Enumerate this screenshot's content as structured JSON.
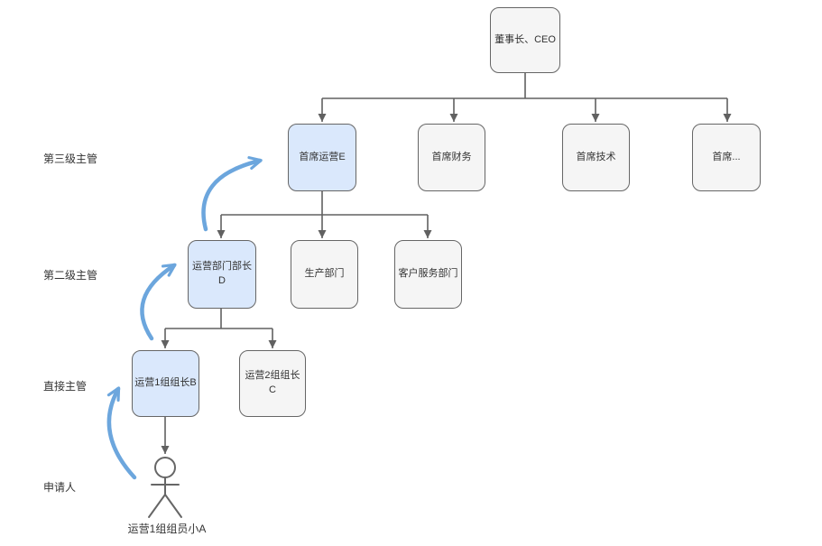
{
  "colors": {
    "background": "#ffffff",
    "node_fill": "#f5f5f5",
    "highlight_fill": "#dae8fc",
    "node_border": "#666666",
    "connector": "#616161",
    "flow_arrow": "#6ca6dd",
    "text": "#333333"
  },
  "row_labels": [
    {
      "id": "third-level-supervisor",
      "text": "第三级主管"
    },
    {
      "id": "second-level-supervisor",
      "text": "第二级主管"
    },
    {
      "id": "direct-supervisor",
      "text": "直接主管"
    },
    {
      "id": "applicant",
      "text": "申请人"
    }
  ],
  "nodes": [
    {
      "id": "ceo",
      "label": "董事长、CEO",
      "highlighted": false
    },
    {
      "id": "coo",
      "label": "首席运营E",
      "highlighted": true
    },
    {
      "id": "cfo",
      "label": "首席财务",
      "highlighted": false
    },
    {
      "id": "cto",
      "label": "首席技术",
      "highlighted": false
    },
    {
      "id": "chief-other",
      "label": "首席...",
      "highlighted": false
    },
    {
      "id": "ops-dept-head",
      "label": "运营部门部长D",
      "highlighted": true
    },
    {
      "id": "production-dept",
      "label": "生产部门",
      "highlighted": false
    },
    {
      "id": "customer-service-dept",
      "label": "客户服务部门",
      "highlighted": false
    },
    {
      "id": "ops-group1-leader",
      "label": "运营1组组长B",
      "highlighted": true
    },
    {
      "id": "ops-group2-leader",
      "label": "运营2组组长C",
      "highlighted": false
    }
  ],
  "actor": {
    "label": "运营1组组员小A"
  }
}
